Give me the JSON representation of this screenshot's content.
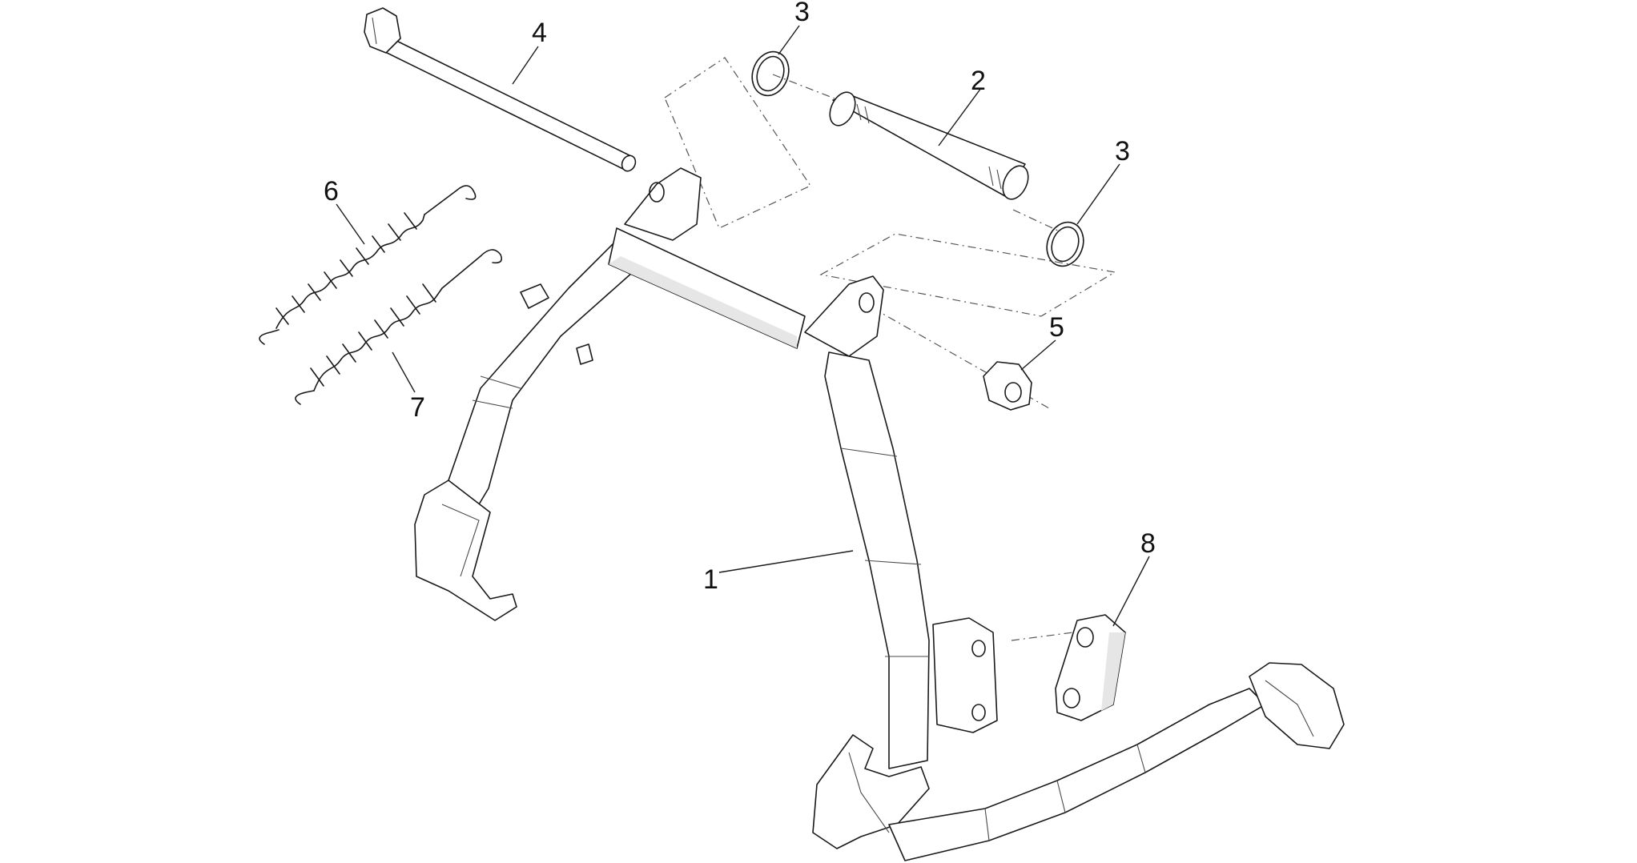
{
  "diagram": {
    "callouts": [
      {
        "id": "1",
        "text": "1"
      },
      {
        "id": "2",
        "text": "2"
      },
      {
        "id": "3a",
        "text": "3"
      },
      {
        "id": "3b",
        "text": "3"
      },
      {
        "id": "4",
        "text": "4"
      },
      {
        "id": "5",
        "text": "5"
      },
      {
        "id": "6",
        "text": "6"
      },
      {
        "id": "7",
        "text": "7"
      },
      {
        "id": "8",
        "text": "8"
      }
    ]
  }
}
